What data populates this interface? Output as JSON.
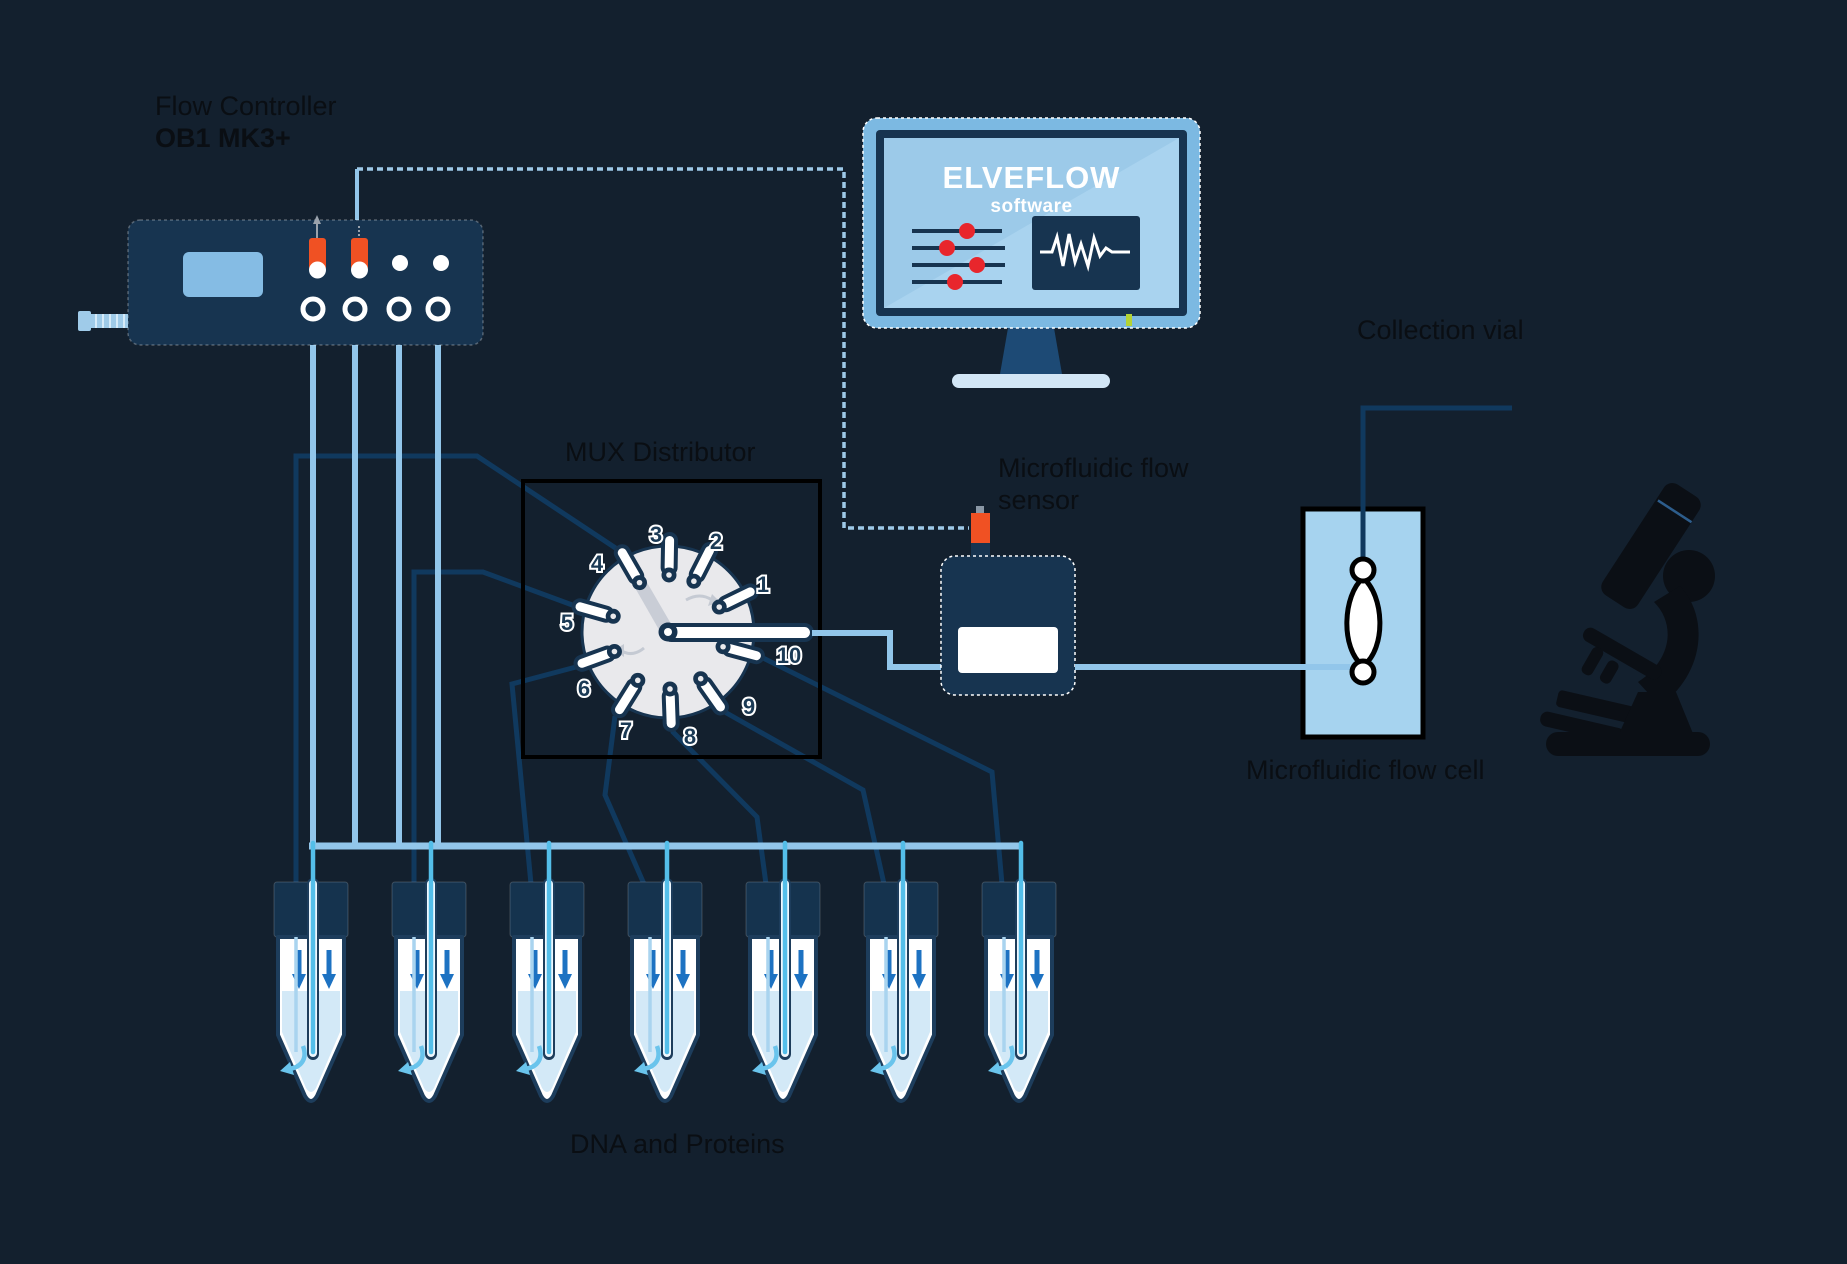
{
  "labels": {
    "flow_controller": "Flow Controller",
    "flow_controller_model": "OB1 MK3+",
    "mux_distributor": "MUX Distributor",
    "flow_sensor_line1": "Microfluidic flow",
    "flow_sensor_line2": "sensor",
    "collection_vial": "Collection vial",
    "flow_cell": "Microfluidic flow cell",
    "reservoirs": "DNA and Proteins"
  },
  "monitor": {
    "brand": "ELVEFLOW",
    "subtitle": "software"
  },
  "mux": {
    "ports": [
      "1",
      "2",
      "3",
      "4",
      "5",
      "6",
      "7",
      "8",
      "9",
      "10"
    ]
  },
  "reservoir_count": 7,
  "colors": {
    "background": "#13202e",
    "device_navy": "#173450",
    "accent_orange": "#f05123",
    "tube_blue": "#92c6ea",
    "drop_cyan": "#54bee9",
    "red_dot": "#e8262c",
    "dark_line": "#10395e",
    "mux_face": "#e9e9ec",
    "screen_blue": "#9ccae9",
    "liquid_blue": "#d3e9f7",
    "led_green": "#b3d335"
  }
}
